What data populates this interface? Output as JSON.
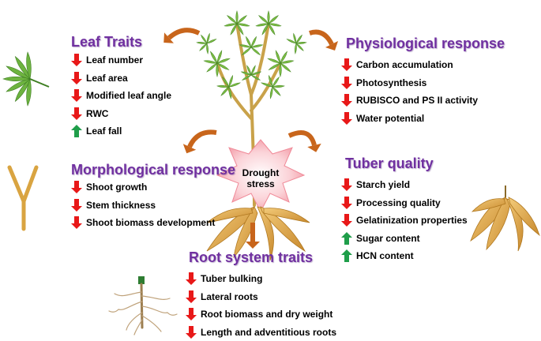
{
  "colors": {
    "heading": "#7030A0",
    "arrow_down": "#E81818",
    "arrow_up": "#1F9E4A",
    "curved_arrow": "#C8651B",
    "leaf": "#6DB33F",
    "root": "#E0A84A"
  },
  "center": {
    "line1": "Drought",
    "line2": "stress"
  },
  "sections": {
    "leaf_traits": {
      "title": "Leaf Traits",
      "items": [
        {
          "label": "Leaf number",
          "dir": "down"
        },
        {
          "label": "Leaf area",
          "dir": "down"
        },
        {
          "label": "Modified leaf angle",
          "dir": "down"
        },
        {
          "label": "RWC",
          "dir": "down"
        },
        {
          "label": "Leaf fall",
          "dir": "up"
        }
      ]
    },
    "physiological": {
      "title": "Physiological response",
      "items": [
        {
          "label": "Carbon accumulation",
          "dir": "down"
        },
        {
          "label": "Photosynthesis",
          "dir": "down"
        },
        {
          "label": "RUBISCO  and PS  II activity",
          "dir": "down"
        },
        {
          "label": "Water potential",
          "dir": "down"
        }
      ]
    },
    "morphological": {
      "title": "Morphological response",
      "items": [
        {
          "label": "Shoot growth",
          "dir": "down"
        },
        {
          "label": "Stem thickness",
          "dir": "down"
        },
        {
          "label": "Shoot biomass development",
          "dir": "down"
        }
      ]
    },
    "tuber_quality": {
      "title": "Tuber quality",
      "items": [
        {
          "label": "Starch yield",
          "dir": "down"
        },
        {
          "label": "Processing quality",
          "dir": "down"
        },
        {
          "label": "Gelatinization properties",
          "dir": "down"
        },
        {
          "label": "Sugar content",
          "dir": "up"
        },
        {
          "label": "HCN  content",
          "dir": "up"
        }
      ]
    },
    "root_system": {
      "title": "Root system traits",
      "items": [
        {
          "label": "Tuber bulking",
          "dir": "down"
        },
        {
          "label": "Lateral roots",
          "dir": "down"
        },
        {
          "label": "Root biomass and dry weight",
          "dir": "down"
        },
        {
          "label": "Length and adventitious roots",
          "dir": "down"
        }
      ]
    }
  }
}
